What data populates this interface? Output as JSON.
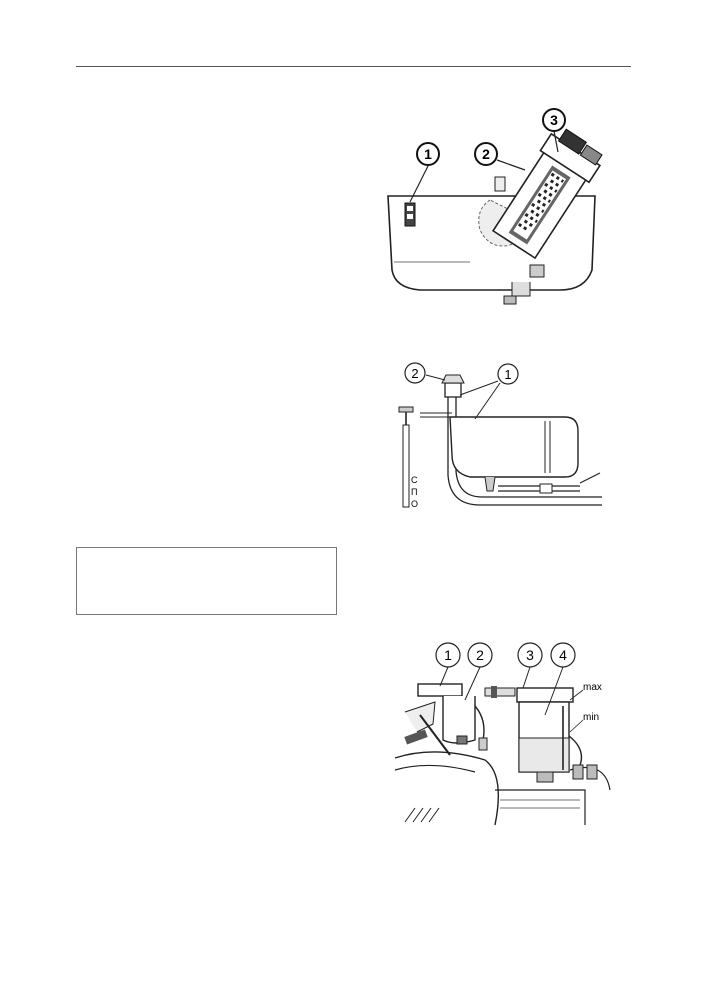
{
  "figures": [
    {
      "id": "fuel-tank-filter",
      "callouts": [
        "1",
        "2",
        "3"
      ]
    },
    {
      "id": "oil-tank-dipstick",
      "callouts": [
        "2",
        "1"
      ],
      "dipstick_marks": [
        "С",
        "П",
        "О"
      ]
    },
    {
      "id": "fluid-reservoirs",
      "callouts": [
        "1",
        "2",
        "3",
        "4"
      ],
      "level_labels": {
        "max": "max",
        "min": "min"
      }
    }
  ]
}
